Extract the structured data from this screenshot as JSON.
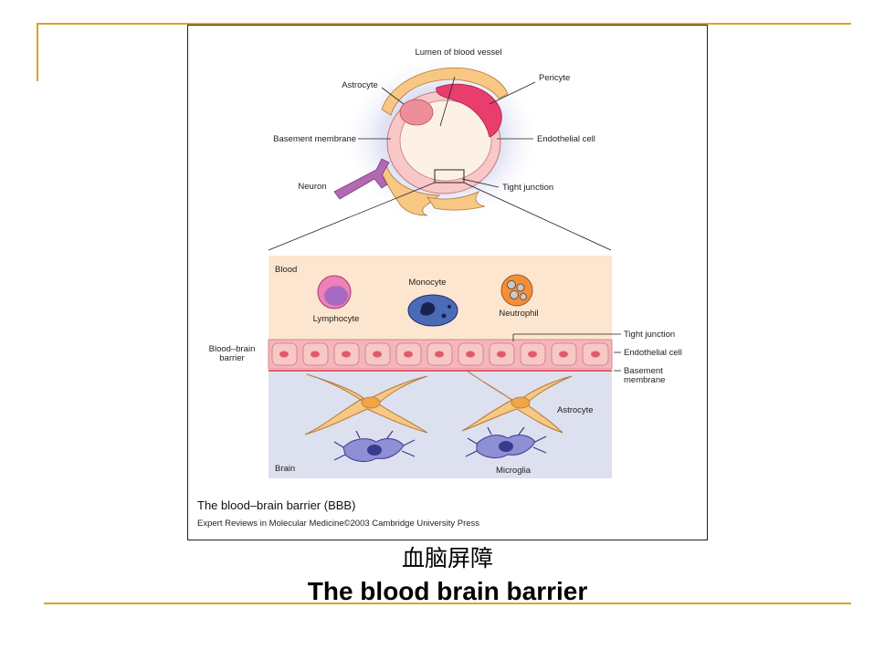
{
  "figure": {
    "top_labels": {
      "lumen": "Lumen of blood vessel",
      "astrocyte": "Astrocyte",
      "pericyte": "Pericyte",
      "basement_membrane": "Basement membrane",
      "endothelial_cell": "Endothelial cell",
      "neuron": "Neuron",
      "tight_junction": "Tight junction"
    },
    "detail_labels": {
      "blood": "Blood",
      "monocyte": "Monocyte",
      "lymphocyte": "Lymphocyte",
      "neutrophil": "Neutrophil",
      "bbb": "Blood–brain barrier",
      "tight_junction": "Tight junction",
      "endothelial_cell": "Endothelial cell",
      "basement_membrane": "Basement membrane",
      "astrocyte": "Astrocyte",
      "brain": "Brain",
      "microglia": "Microglia"
    },
    "caption": "The blood–brain barrier (BBB)",
    "credit": "Expert Reviews in Molecular Medicine©2003 Cambridge University Press"
  },
  "slide": {
    "title_cn": "血脑屏障",
    "title_en": "The blood brain barrier"
  },
  "colors": {
    "accent_line": "#d4a62a",
    "blood_region": "#fde6cf",
    "brain_region": "#dde0ee",
    "endothelium": "#f5b5bd",
    "astrocyte": "#f7c783",
    "pericyte": "#e93d6e",
    "microglia": "#5b5bb5",
    "neuron": "#b368b4"
  }
}
